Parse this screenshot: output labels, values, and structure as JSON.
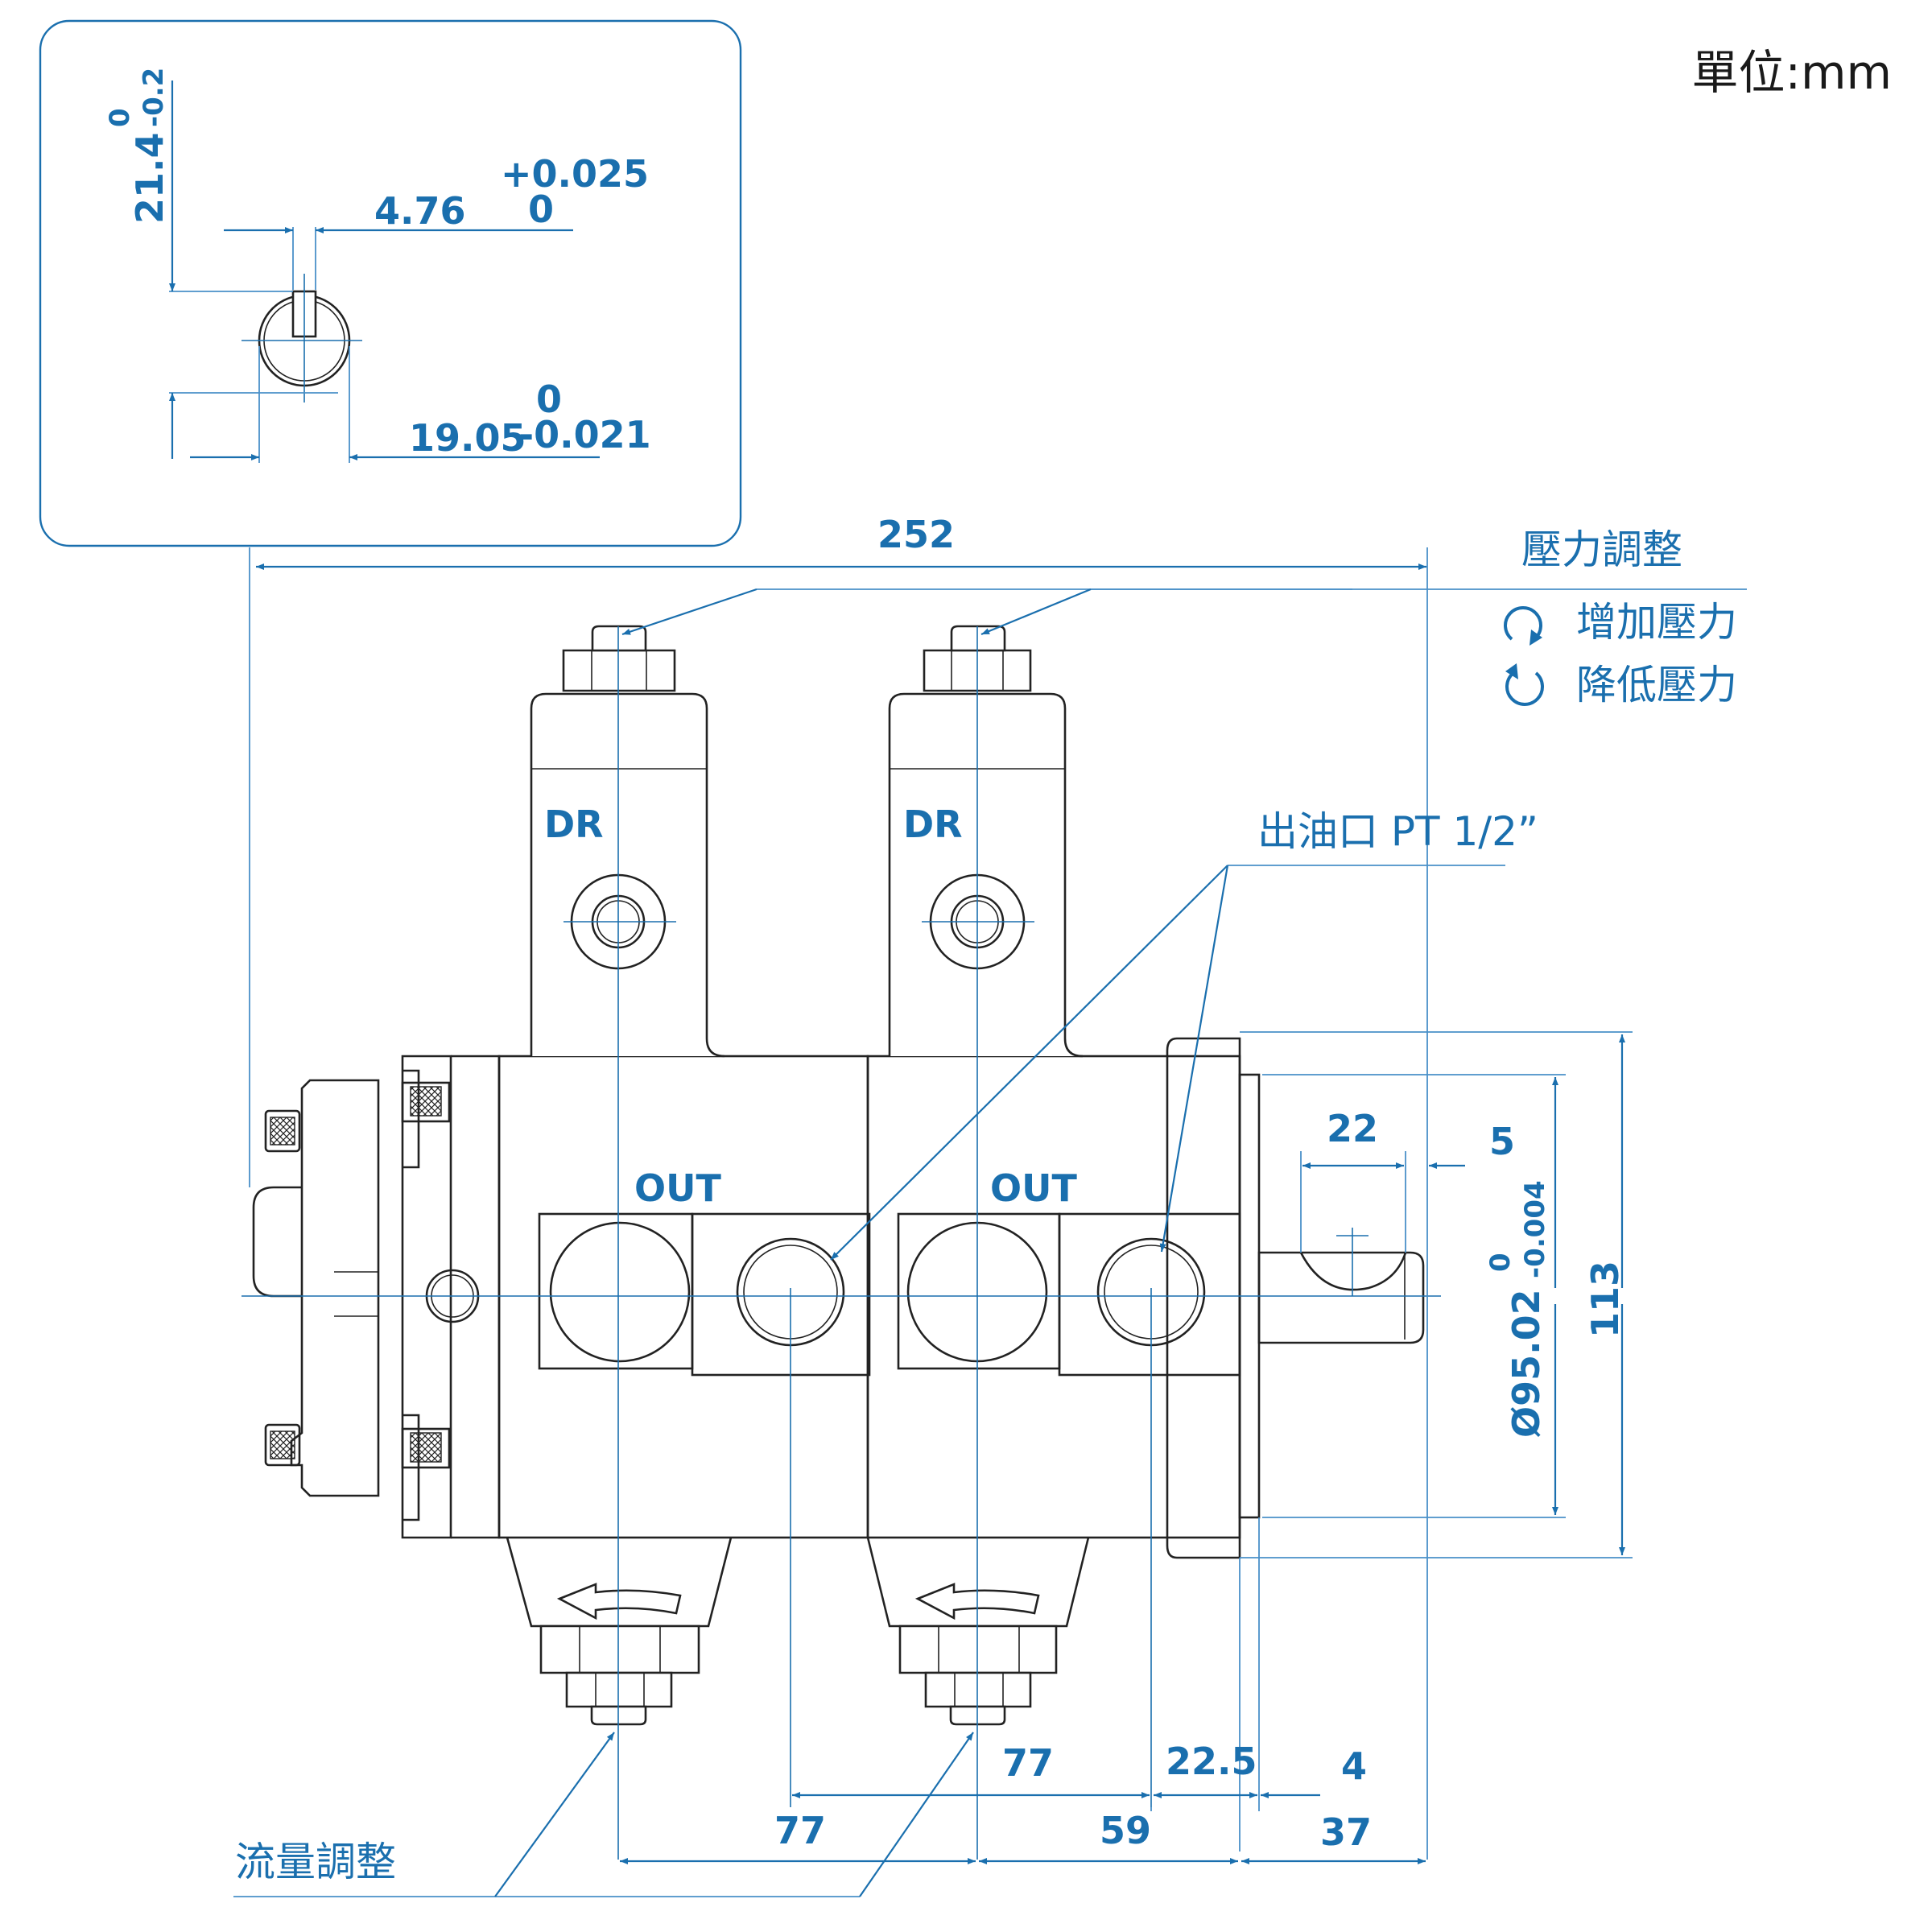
{
  "unit_label": "單位:mm",
  "inset": {
    "dim_21_4": "21.4",
    "dim_21_4_tol_upper": "0",
    "dim_21_4_tol_lower": "-0.2",
    "dim_4_76": "4.76",
    "dim_4_76_tol_upper": "+0.025",
    "dim_4_76_tol_lower": "0",
    "dim_19_05": "19.05",
    "dim_19_05_tol_upper": "0",
    "dim_19_05_tol_lower": "-0.021"
  },
  "labels": {
    "pressure_adjust": "壓力調整",
    "increase_pressure": "增加壓力",
    "decrease_pressure": "降低壓力",
    "outlet_port": "出油口 PT 1/2”",
    "flow_adjust": "流量調整",
    "dr_left": "DR",
    "dr_right": "DR",
    "out_left": "OUT",
    "out_right": "OUT"
  },
  "dimensions": {
    "overall_length": "252",
    "key_length": "22",
    "key_offset": "5",
    "pilot_diameter": "Ø95.02",
    "pilot_tol_upper": "0",
    "pilot_tol_lower": "-0.004",
    "flange_height": "113",
    "pitch_upper": "77",
    "pitch_lower": "77",
    "flange_offset": "22.5",
    "spigot_length": "4",
    "center_to_flange": "59",
    "shaft_length": "37"
  }
}
